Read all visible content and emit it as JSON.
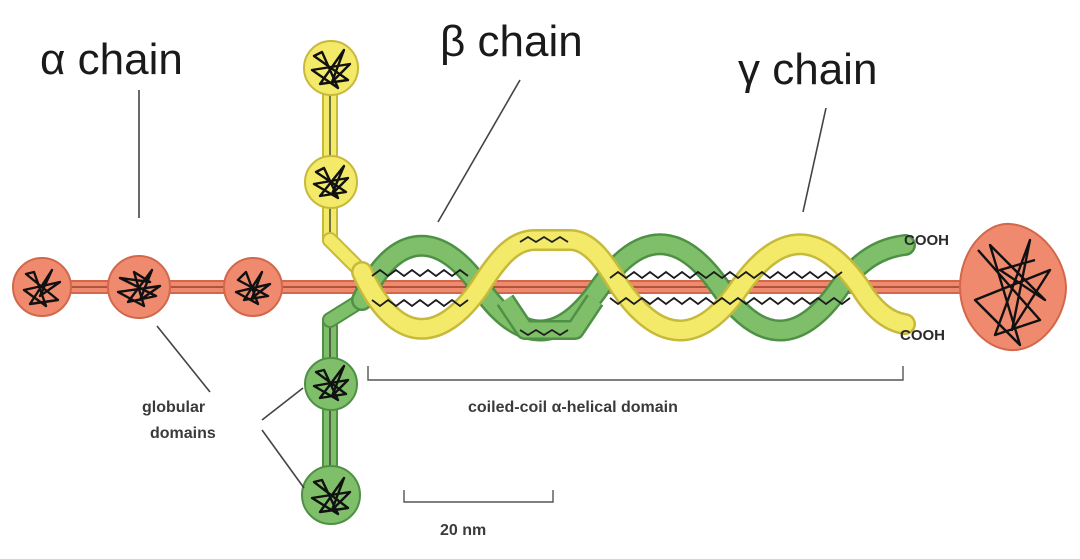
{
  "labels": {
    "alpha": "α chain",
    "beta": "β chain",
    "gamma": "γ chain",
    "globular_1": "globular",
    "globular_2": "domains",
    "coiled_coil": "coiled-coil α-helical domain",
    "scale": "20 nm",
    "cooh_top": "COOH",
    "cooh_bottom": "COOH"
  },
  "colors": {
    "alpha": "#f08a6e",
    "alpha_edge": "#d2674b",
    "beta": "#7fbf6a",
    "beta_edge": "#4e9145",
    "gamma": "#f3ea6a",
    "gamma_edge": "#c7b93a",
    "text": "#1a1a1a"
  }
}
